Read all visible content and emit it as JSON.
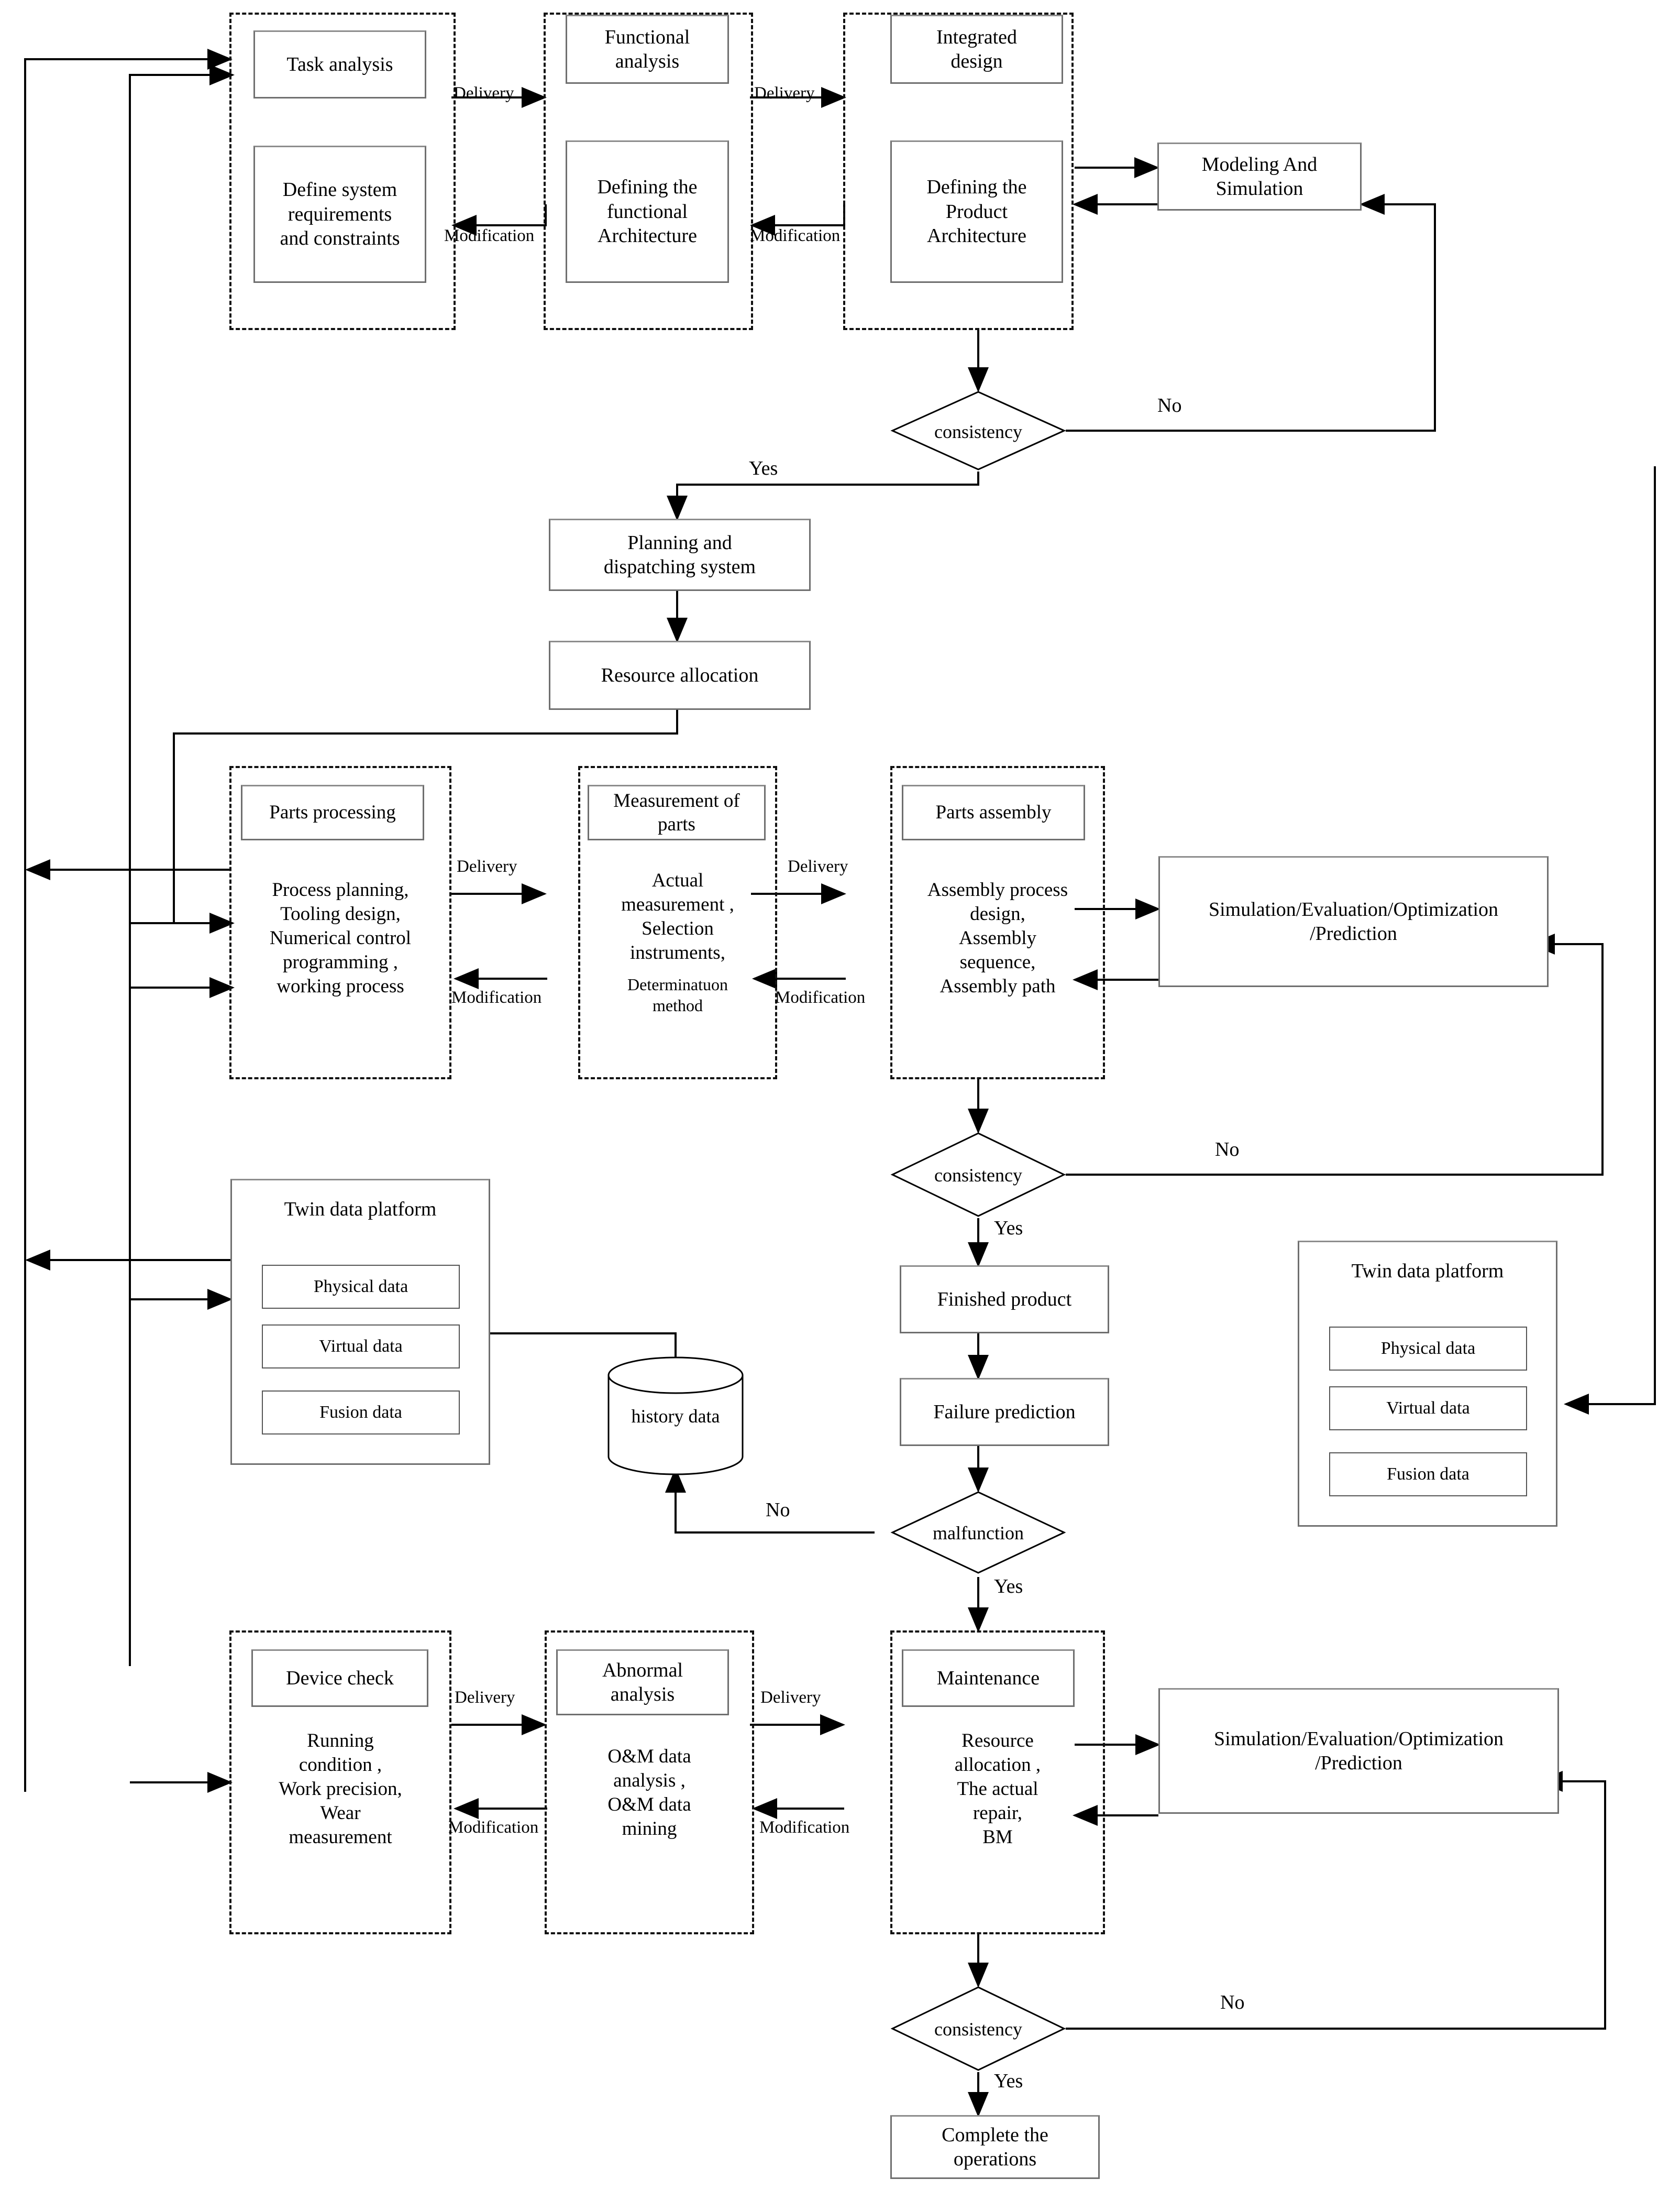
{
  "diagram": {
    "title": "Digital twin driven product lifecycle flowchart",
    "accent": "#000000",
    "group_border": "#111111",
    "node_border": "#6f6f6f"
  },
  "phase1": {
    "group_a_label": "phase-design-requirements",
    "task_analysis": "Task analysis",
    "define_system": "Define system\nrequirements\nand constraints",
    "functional_analysis": "Functional\nanalysis",
    "defining_functional": "Defining the\nfunctional\nArchitecture",
    "integrated_design": "Integrated\ndesign",
    "defining_product": "Defining the\nProduct\nArchitecture",
    "modeling_and_simulation": "Modeling And\nSimulation",
    "delivery_1": "Delivery",
    "delivery_2": "Delivery",
    "modification_1": "Modification",
    "modification_2": "Modification",
    "consistency": "consistency",
    "no_label": "No",
    "yes_label": "Yes"
  },
  "phase2": {
    "planning_dispatch": "Planning and\ndispatching system",
    "resource_allocation": "Resource allocation",
    "parts_processing": "Parts processing",
    "process_planning": "Process planning,\nTooling design,\nNumerical control\nprogramming ,\nworking process",
    "measurement_of_parts": "Measurement of\nparts",
    "actual_measurement": "Actual\nmeasurement ,\nSelection\ninstruments,",
    "actual_measurement_small": "Determinatuon\nmethod",
    "parts_assembly": "Parts assembly",
    "assembly_process": "Assembly process\ndesign,\nAssembly\nsequence,\nAssembly path",
    "simulation_box": "Simulation/Evaluation/Optimization\n/Prediction",
    "delivery_1": "Delivery",
    "delivery_2": "Delivery",
    "modification_1": "Modification",
    "modification_2": "Modification",
    "consistency": "consistency",
    "no_label": "No",
    "yes_label": "Yes"
  },
  "phase3": {
    "twin_left_title": "Twin data platform",
    "twin_left_items": [
      "Physical data",
      "Virtual data",
      "Fusion  data"
    ],
    "twin_right_title": "Twin data platform",
    "twin_right_items": [
      "Physical data",
      "Virtual data",
      "Fusion  data"
    ],
    "history_data": "history data",
    "finished_product": "Finished product",
    "failure_prediction": "Failure prediction",
    "malfunction": "malfunction",
    "no_label": "No",
    "yes_label": "Yes"
  },
  "phase4": {
    "device_check": "Device check",
    "running_condition": "Running\ncondition ,\nWork precision,\nWear\nmeasurement",
    "abnormal_analysis": "Abnormal\nanalysis",
    "om_data": "O&M data\nanalysis ,\nO&M data\nmining",
    "maintenance": "Maintenance",
    "resource_allocation_repair": "Resource\nallocation ,\nThe actual\nrepair,\nBM",
    "simulation_box": "Simulation/Evaluation/Optimization\n/Prediction",
    "delivery_1": "Delivery",
    "delivery_2": "Delivery",
    "modification_1": "Modification",
    "modification_2": "Modification",
    "consistency": "consistency",
    "no_label": "No",
    "yes_label": "Yes",
    "complete_operations": "Complete the\noperations"
  }
}
